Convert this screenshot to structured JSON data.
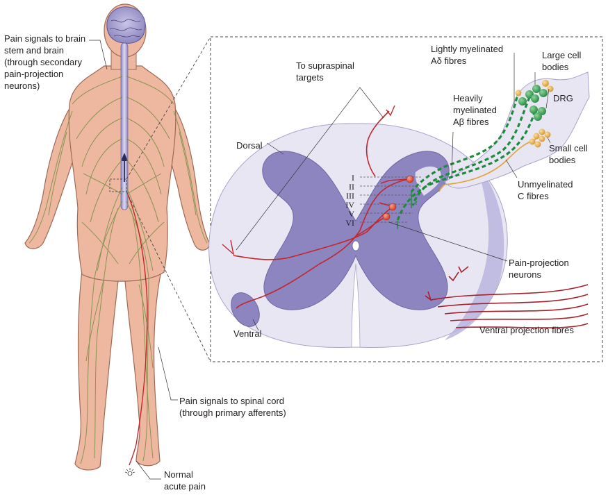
{
  "labels": {
    "brain_line1": "Pain signals to brain",
    "brain_line2": "stem and brain",
    "brain_line3": "(through secondary",
    "brain_line4": "pain-projection",
    "brain_line5": "neurons)",
    "spinal_line1": "Pain signals to spinal cord",
    "spinal_line2": "(through primary afferents)",
    "normal_line1": "Normal",
    "normal_line2": "acute pain",
    "supra_line1": "To supraspinal",
    "supra_line2": "targets",
    "dorsal": "Dorsal",
    "ventral": "Ventral",
    "lightly_line1": "Lightly myelinated",
    "lightly_line2": "Aδ fibres",
    "large_line1": "Large cell",
    "large_line2": "bodies",
    "drg": "DRG",
    "heavily_line1": "Heavily",
    "heavily_line2": "myelinated",
    "heavily_line3": "Aβ fibres",
    "small_line1": "Small cell",
    "small_line2": "bodies",
    "unmyel_line1": "Unmyelinated",
    "unmyel_line2": "C fibres",
    "ppn_line1": "Pain-projection",
    "ppn_line2": "neurons",
    "ventral_proj": "Ventral projection fibres"
  },
  "laminae": [
    "I",
    "II",
    "III",
    "IV",
    "V",
    "VI"
  ],
  "colors": {
    "skin": "#eeb8a0",
    "skin_outline": "#9b6a55",
    "nerve": "#7c8f4a",
    "white_matter": "#e8e6f3",
    "grey_matter": "#8d85bf",
    "fibre_red": "#c1272d",
    "fibre_green": "#1e8a3c",
    "fibre_orange": "#e2a33a",
    "neuron_body": "#e8553e"
  }
}
